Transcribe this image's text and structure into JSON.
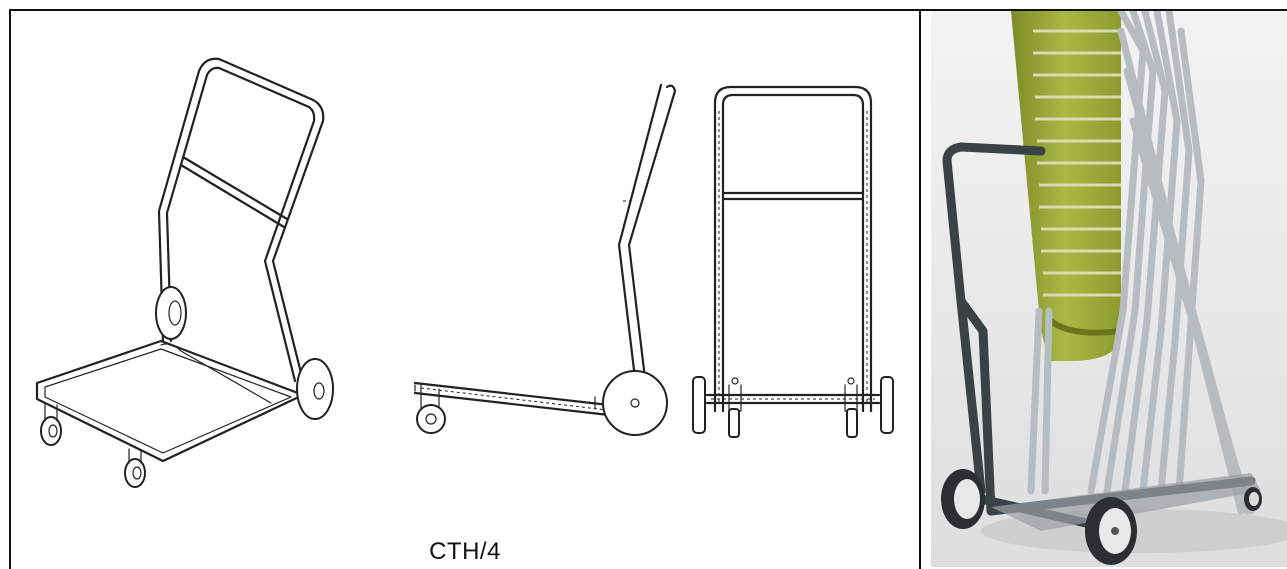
{
  "document": {
    "caption": "CTH/4"
  },
  "figures": {
    "isometric_view": "chair-trolley-isometric-drawing",
    "side_view": "chair-trolley-side-drawing",
    "front_view": "chair-trolley-front-drawing",
    "photo": "stacked-chairs-on-trolley-photo"
  },
  "colors": {
    "line": "#222222",
    "border": "#111111",
    "photo_background": "#efefef",
    "chair_seat": "#9bab3a",
    "chair_frame": "#b9bfc4",
    "trolley_frame": "#3b4245"
  }
}
